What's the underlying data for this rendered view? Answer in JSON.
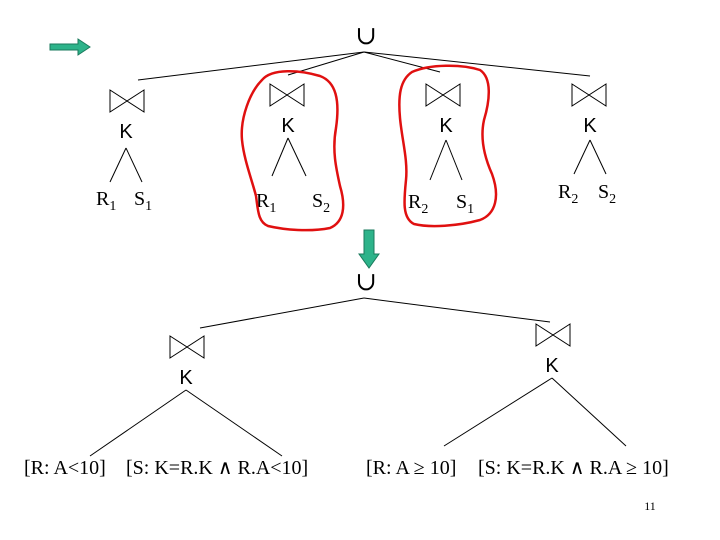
{
  "top": {
    "union_symbol": "∪",
    "joins": [
      {
        "key": "K",
        "left": "R",
        "left_sub": "1",
        "right": "S",
        "right_sub": "1",
        "highlighted": false
      },
      {
        "key": "K",
        "left": "R",
        "left_sub": "1",
        "right": "S",
        "right_sub": "2",
        "highlighted": true
      },
      {
        "key": "K",
        "left": "R",
        "left_sub": "2",
        "right": "S",
        "right_sub": "1",
        "highlighted": true
      },
      {
        "key": "K",
        "left": "R",
        "left_sub": "2",
        "right": "S",
        "right_sub": "2",
        "highlighted": false
      }
    ]
  },
  "bottom": {
    "union_symbol": "∪",
    "joins": [
      {
        "key": "K",
        "left": "[R: A<10]",
        "right": "[S: K=R.K ∧ R.A<10]"
      },
      {
        "key": "K",
        "left": "[R: A ≥ 10]",
        "right": "[S: K=R.K ∧ R.A ≥ 10]"
      }
    ]
  },
  "page_number": "11",
  "colors": {
    "arrow": "#2db38a",
    "highlight": "#e01010"
  }
}
